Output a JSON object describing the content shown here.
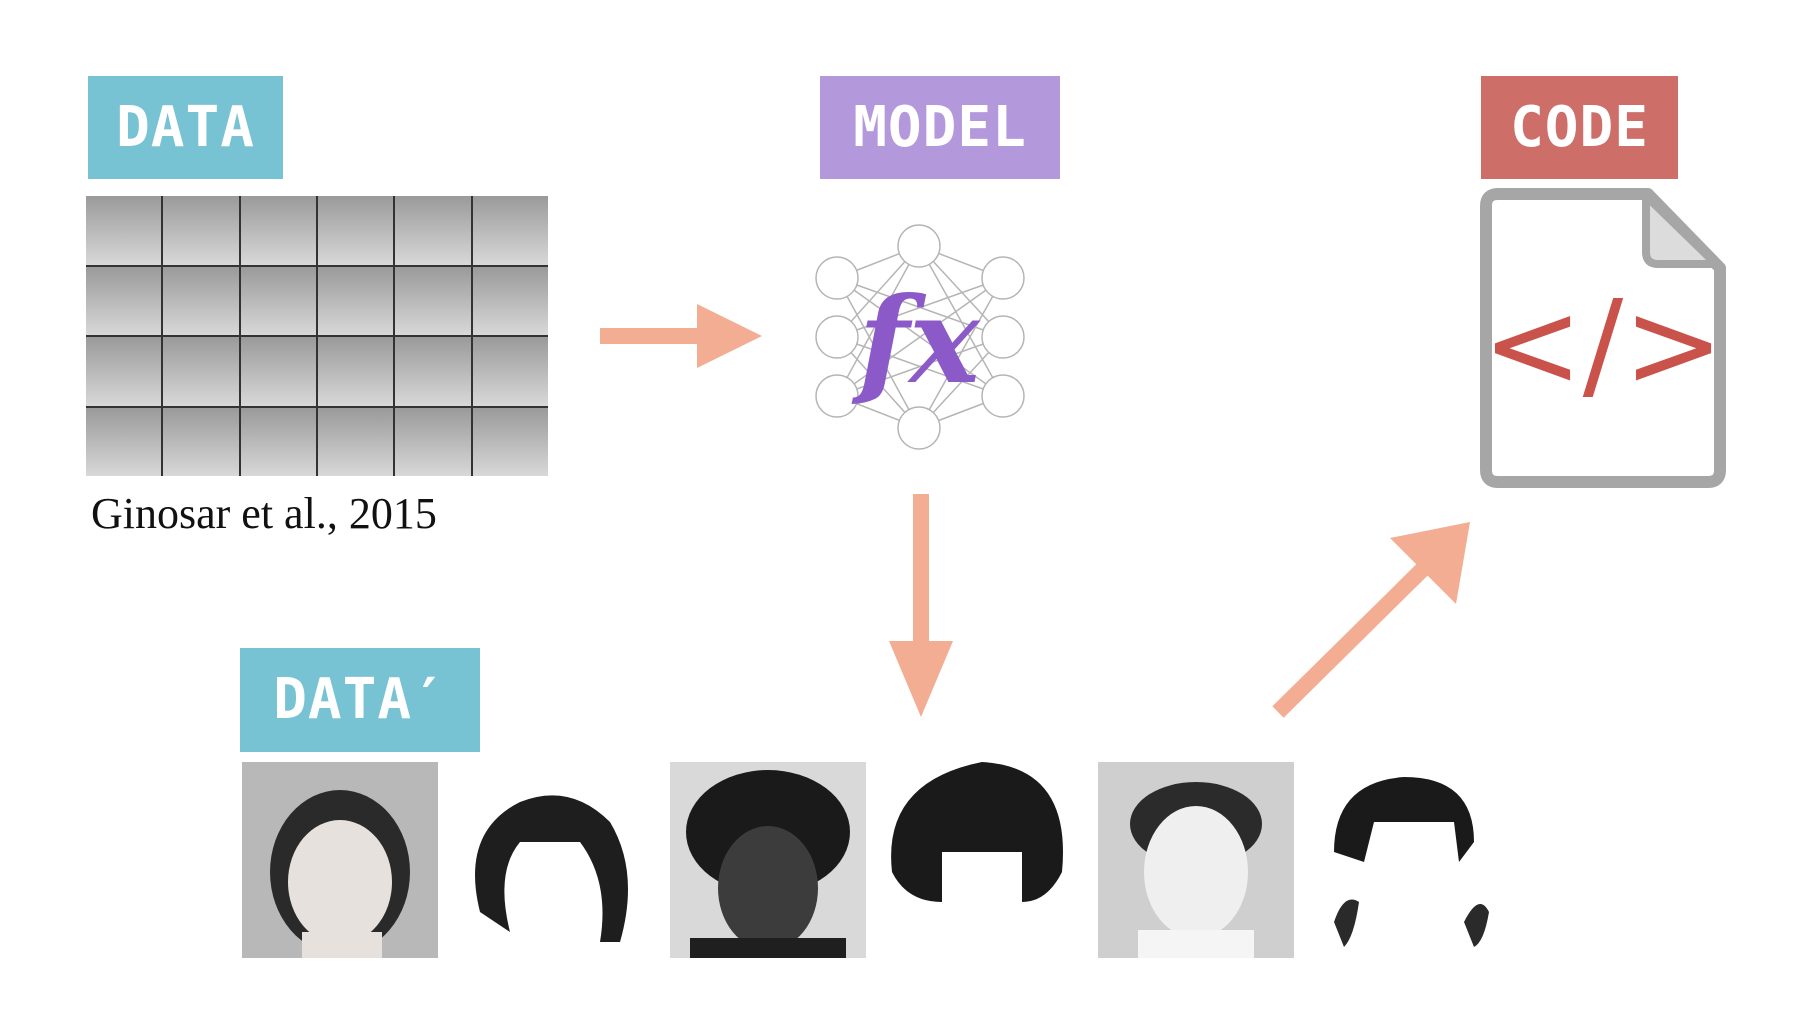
{
  "labels": {
    "data": "DATA",
    "model": "MODEL",
    "code": "CODE",
    "data_prime": "DATA′"
  },
  "citation": "Ginosar et al., 2015",
  "model_symbol": "fx",
  "code_symbol": "</>",
  "colors": {
    "data_label": "#77c3d4",
    "model_label": "#b398dc",
    "code_label": "#cd6e68",
    "arrow": "#f3ad93",
    "model_symbol": "#8b5ac8",
    "file_outline": "#a6a6a6",
    "code_symbol": "#c9524a"
  },
  "icons": [
    "face-photo-grid",
    "neural-network-icon",
    "code-file-icon",
    "arrow-icon",
    "portrait-photo",
    "hair-mask"
  ]
}
